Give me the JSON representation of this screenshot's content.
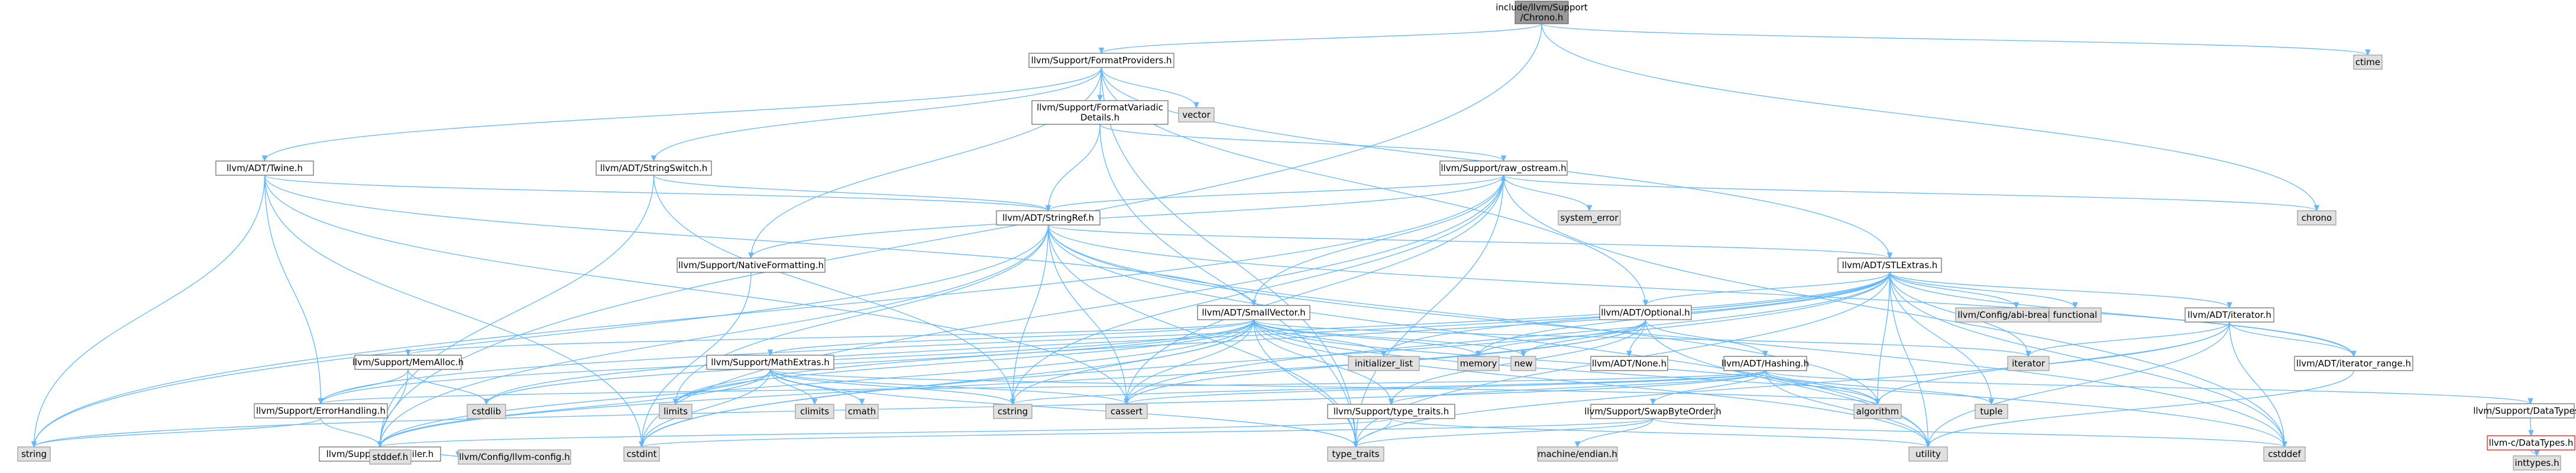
{
  "title": "include/llvm/Support/Chrono.h",
  "nodes": [
    {
      "id": "chrono_h",
      "label": "include/llvm/Support\n/Chrono.h",
      "kind": "root"
    },
    {
      "id": "formatproviders",
      "label": "llvm/Support/FormatProviders.h",
      "kind": "local"
    },
    {
      "id": "ctime",
      "label": "ctime",
      "kind": "system"
    },
    {
      "id": "twine",
      "label": "llvm/ADT/Twine.h",
      "kind": "local"
    },
    {
      "id": "stringswitch",
      "label": "llvm/ADT/StringSwitch.h",
      "kind": "local"
    },
    {
      "id": "formatvariadic",
      "label": "llvm/Support/FormatVariadic\nDetails.h",
      "kind": "local"
    },
    {
      "id": "vector",
      "label": "vector",
      "kind": "system"
    },
    {
      "id": "raw_ostream",
      "label": "llvm/Support/raw_ostream.h",
      "kind": "local"
    },
    {
      "id": "stringref",
      "label": "llvm/ADT/StringRef.h",
      "kind": "local"
    },
    {
      "id": "system_error",
      "label": "system_error",
      "kind": "system"
    },
    {
      "id": "chrono",
      "label": "chrono",
      "kind": "system"
    },
    {
      "id": "nativeformatting",
      "label": "llvm/Support/NativeFormatting.h",
      "kind": "local"
    },
    {
      "id": "stlextras",
      "label": "llvm/ADT/STLExtras.h",
      "kind": "local"
    },
    {
      "id": "smallvector",
      "label": "llvm/ADT/SmallVector.h",
      "kind": "local"
    },
    {
      "id": "optional",
      "label": "llvm/ADT/Optional.h",
      "kind": "local"
    },
    {
      "id": "abibreaking",
      "label": "llvm/Config/abi-breaking.h",
      "kind": "system"
    },
    {
      "id": "functional",
      "label": "functional",
      "kind": "system"
    },
    {
      "id": "iterator_h",
      "label": "llvm/ADT/iterator.h",
      "kind": "local"
    },
    {
      "id": "memalloc",
      "label": "llvm/Support/MemAlloc.h",
      "kind": "local"
    },
    {
      "id": "mathextras",
      "label": "llvm/Support/MathExtras.h",
      "kind": "local"
    },
    {
      "id": "initializer_list",
      "label": "initializer_list",
      "kind": "system"
    },
    {
      "id": "memory",
      "label": "memory",
      "kind": "system"
    },
    {
      "id": "new",
      "label": "new",
      "kind": "system"
    },
    {
      "id": "none",
      "label": "llvm/ADT/None.h",
      "kind": "local"
    },
    {
      "id": "hashing",
      "label": "llvm/ADT/Hashing.h",
      "kind": "local"
    },
    {
      "id": "iterator",
      "label": "iterator",
      "kind": "system"
    },
    {
      "id": "iterator_range",
      "label": "llvm/ADT/iterator_range.h",
      "kind": "local"
    },
    {
      "id": "errorhandling",
      "label": "llvm/Support/ErrorHandling.h",
      "kind": "local"
    },
    {
      "id": "cstdlib",
      "label": "cstdlib",
      "kind": "system"
    },
    {
      "id": "limits",
      "label": "limits",
      "kind": "system"
    },
    {
      "id": "climits",
      "label": "climits",
      "kind": "system"
    },
    {
      "id": "cmath",
      "label": "cmath",
      "kind": "system"
    },
    {
      "id": "cstring",
      "label": "cstring",
      "kind": "system"
    },
    {
      "id": "cassert",
      "label": "cassert",
      "kind": "system"
    },
    {
      "id": "algorithm",
      "label": "algorithm",
      "kind": "system"
    },
    {
      "id": "tuple",
      "label": "tuple",
      "kind": "system"
    },
    {
      "id": "datatypes",
      "label": "llvm/Support/DataTypes.h",
      "kind": "local"
    },
    {
      "id": "type_traits_llvm",
      "label": "llvm/Support/type_traits.h",
      "kind": "local"
    },
    {
      "id": "swapbyteorder",
      "label": "llvm/Support/SwapByteOrder.h",
      "kind": "local"
    },
    {
      "id": "string",
      "label": "string",
      "kind": "system"
    },
    {
      "id": "compiler",
      "label": "llvm/Support/Compiler.h",
      "kind": "local"
    },
    {
      "id": "cstdint",
      "label": "cstdint",
      "kind": "system"
    },
    {
      "id": "type_traits",
      "label": "type_traits",
      "kind": "system"
    },
    {
      "id": "machine_endian",
      "label": "machine/endian.h",
      "kind": "system"
    },
    {
      "id": "utility",
      "label": "utility",
      "kind": "system"
    },
    {
      "id": "cstddef",
      "label": "cstddef",
      "kind": "system"
    },
    {
      "id": "llvmc_datatypes",
      "label": "llvm-c/DataTypes.h",
      "kind": "missing"
    },
    {
      "id": "stddef",
      "label": "stddef.h",
      "kind": "system"
    },
    {
      "id": "llvm_config",
      "label": "llvm/Config/llvm-config.h",
      "kind": "system"
    },
    {
      "id": "inttypes",
      "label": "inttypes.h",
      "kind": "system"
    }
  ],
  "edges": [
    [
      "chrono_h",
      "formatproviders"
    ],
    [
      "chrono_h",
      "ctime"
    ],
    [
      "chrono_h",
      "chrono"
    ],
    [
      "chrono_h",
      "compiler"
    ],
    [
      "formatproviders",
      "twine"
    ],
    [
      "formatproviders",
      "stringswitch"
    ],
    [
      "formatproviders",
      "formatvariadic"
    ],
    [
      "formatproviders",
      "vector"
    ],
    [
      "formatproviders",
      "nativeformatting"
    ],
    [
      "formatproviders",
      "optional"
    ],
    [
      "formatproviders",
      "stlextras"
    ],
    [
      "formatproviders",
      "type_traits"
    ],
    [
      "twine",
      "smallvector"
    ],
    [
      "twine",
      "stringref"
    ],
    [
      "twine",
      "errorhandling"
    ],
    [
      "twine",
      "cassert"
    ],
    [
      "twine",
      "cstdint"
    ],
    [
      "twine",
      "string"
    ],
    [
      "stringswitch",
      "stringref"
    ],
    [
      "stringswitch",
      "compiler"
    ],
    [
      "stringswitch",
      "cstring"
    ],
    [
      "formatvariadic",
      "stringref"
    ],
    [
      "formatvariadic",
      "raw_ostream"
    ],
    [
      "formatvariadic",
      "type_traits"
    ],
    [
      "raw_ostream",
      "stringref"
    ],
    [
      "raw_ostream",
      "smallvector"
    ],
    [
      "raw_ostream",
      "cassert"
    ],
    [
      "raw_ostream",
      "chrono"
    ],
    [
      "raw_ostream",
      "cstddef"
    ],
    [
      "raw_ostream",
      "cstdint"
    ],
    [
      "raw_ostream",
      "cstring"
    ],
    [
      "raw_ostream",
      "string"
    ],
    [
      "raw_ostream",
      "system_error"
    ],
    [
      "raw_ostream",
      "type_traits"
    ],
    [
      "stringref",
      "stlextras"
    ],
    [
      "stringref",
      "iterator_range"
    ],
    [
      "stringref",
      "compiler"
    ],
    [
      "stringref",
      "algorithm"
    ],
    [
      "stringref",
      "cassert"
    ],
    [
      "stringref",
      "cstddef"
    ],
    [
      "stringref",
      "cstring"
    ],
    [
      "stringref",
      "limits"
    ],
    [
      "stringref",
      "string"
    ],
    [
      "stringref",
      "type_traits"
    ],
    [
      "stringref",
      "utility"
    ],
    [
      "nativeformatting",
      "raw_ostream"
    ],
    [
      "nativeformatting",
      "cstdint"
    ],
    [
      "stlextras",
      "optional"
    ],
    [
      "stlextras",
      "iterator_h"
    ],
    [
      "stlextras",
      "iterator_range"
    ],
    [
      "stlextras",
      "abibreaking"
    ],
    [
      "stlextras",
      "errorhandling"
    ],
    [
      "stlextras",
      "algorithm"
    ],
    [
      "stlextras",
      "cassert"
    ],
    [
      "stlextras",
      "cstddef"
    ],
    [
      "stlextras",
      "cstdint"
    ],
    [
      "stlextras",
      "cstdlib"
    ],
    [
      "stlextras",
      "functional"
    ],
    [
      "stlextras",
      "initializer_list"
    ],
    [
      "stlextras",
      "iterator"
    ],
    [
      "stlextras",
      "limits"
    ],
    [
      "stlextras",
      "memory"
    ],
    [
      "stlextras",
      "tuple"
    ],
    [
      "stlextras",
      "type_traits"
    ],
    [
      "stlextras",
      "utility"
    ],
    [
      "smallvector",
      "compiler"
    ],
    [
      "smallvector",
      "memalloc"
    ],
    [
      "smallvector",
      "type_traits_llvm"
    ],
    [
      "smallvector",
      "algorithm"
    ],
    [
      "smallvector",
      "cassert"
    ],
    [
      "smallvector",
      "cstddef"
    ],
    [
      "smallvector",
      "cstdlib"
    ],
    [
      "smallvector",
      "cstring"
    ],
    [
      "smallvector",
      "initializer_list"
    ],
    [
      "smallvector",
      "iterator"
    ],
    [
      "smallvector",
      "limits"
    ],
    [
      "smallvector",
      "memory"
    ],
    [
      "smallvector",
      "new"
    ],
    [
      "smallvector",
      "type_traits"
    ],
    [
      "smallvector",
      "utility"
    ],
    [
      "smallvector",
      "errorhandling"
    ],
    [
      "smallvector",
      "mathextras"
    ],
    [
      "smallvector",
      "cstdint"
    ],
    [
      "optional",
      "hashing"
    ],
    [
      "optional",
      "none"
    ],
    [
      "optional",
      "compiler"
    ],
    [
      "optional",
      "type_traits_llvm"
    ],
    [
      "optional",
      "cassert"
    ],
    [
      "optional",
      "memory"
    ],
    [
      "optional",
      "new"
    ],
    [
      "optional",
      "utility"
    ],
    [
      "iterator_h",
      "iterator_range"
    ],
    [
      "iterator_h",
      "algorithm"
    ],
    [
      "iterator_h",
      "cstddef"
    ],
    [
      "iterator_h",
      "iterator"
    ],
    [
      "iterator_h",
      "type_traits"
    ],
    [
      "iterator_h",
      "utility"
    ],
    [
      "memalloc",
      "compiler"
    ],
    [
      "memalloc",
      "errorhandling"
    ],
    [
      "memalloc",
      "cstdlib"
    ],
    [
      "mathextras",
      "compiler"
    ],
    [
      "mathextras",
      "algorithm"
    ],
    [
      "mathextras",
      "cassert"
    ],
    [
      "mathextras",
      "climits"
    ],
    [
      "mathextras",
      "cmath"
    ],
    [
      "mathextras",
      "cstdint"
    ],
    [
      "mathextras",
      "cstring"
    ],
    [
      "mathextras",
      "limits"
    ],
    [
      "mathextras",
      "type_traits"
    ],
    [
      "hashing",
      "datatypes"
    ],
    [
      "hashing",
      "errorhandling"
    ],
    [
      "hashing",
      "swapbyteorder"
    ],
    [
      "hashing",
      "type_traits_llvm"
    ],
    [
      "hashing",
      "algorithm"
    ],
    [
      "hashing",
      "cassert"
    ],
    [
      "hashing",
      "cstring"
    ],
    [
      "hashing",
      "string"
    ],
    [
      "hashing",
      "tuple"
    ],
    [
      "hashing",
      "utility"
    ],
    [
      "iterator_range",
      "utility"
    ],
    [
      "errorhandling",
      "compiler"
    ],
    [
      "errorhandling",
      "string"
    ],
    [
      "datatypes",
      "llvmc_datatypes"
    ],
    [
      "llvmc_datatypes",
      "inttypes"
    ],
    [
      "type_traits_llvm",
      "compiler"
    ],
    [
      "type_traits_llvm",
      "type_traits"
    ],
    [
      "type_traits_llvm",
      "utility"
    ],
    [
      "swapbyteorder",
      "cstddef"
    ],
    [
      "swapbyteorder",
      "cstdint"
    ],
    [
      "swapbyteorder",
      "type_traits"
    ],
    [
      "swapbyteorder",
      "machine_endian"
    ],
    [
      "compiler",
      "stddef"
    ],
    [
      "compiler",
      "llvm_config"
    ]
  ],
  "colors": {
    "edge": "#63b8ff",
    "root_fill": "#999999",
    "system_fill": "#e0e0e0",
    "local_fill": "#ffffff",
    "missing_border": "#ff0000"
  }
}
